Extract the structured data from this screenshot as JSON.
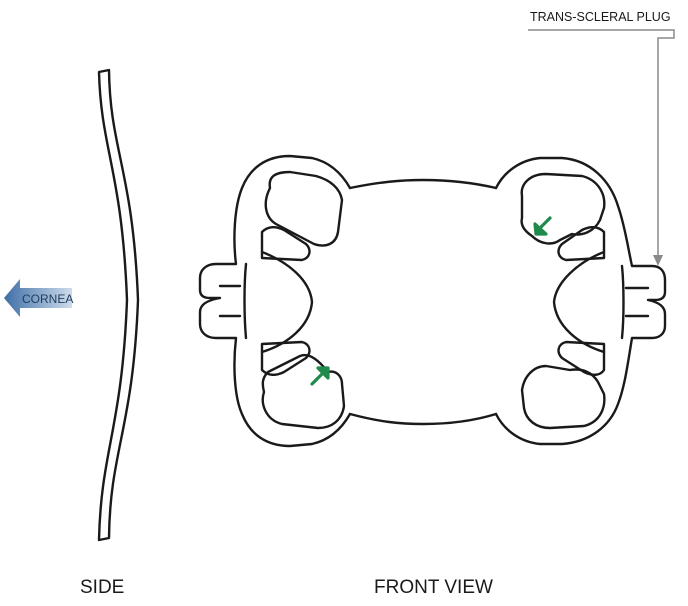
{
  "labels": {
    "trans_scleral_plug": "TRANS-SCLERAL PLUG",
    "cornea": "CORNEA",
    "side": "SIDE",
    "front_view": "FRONT VIEW"
  },
  "colors": {
    "outline": "#1a1a1a",
    "leader_line": "#8a8a8a",
    "green_arrow": "#1f8a4c",
    "cornea_arrow": "#5a86b6"
  },
  "icons": {
    "cornea_arrow": "left-arrow-icon",
    "inner_arrows": "green-diagonal-arrow-icon"
  }
}
